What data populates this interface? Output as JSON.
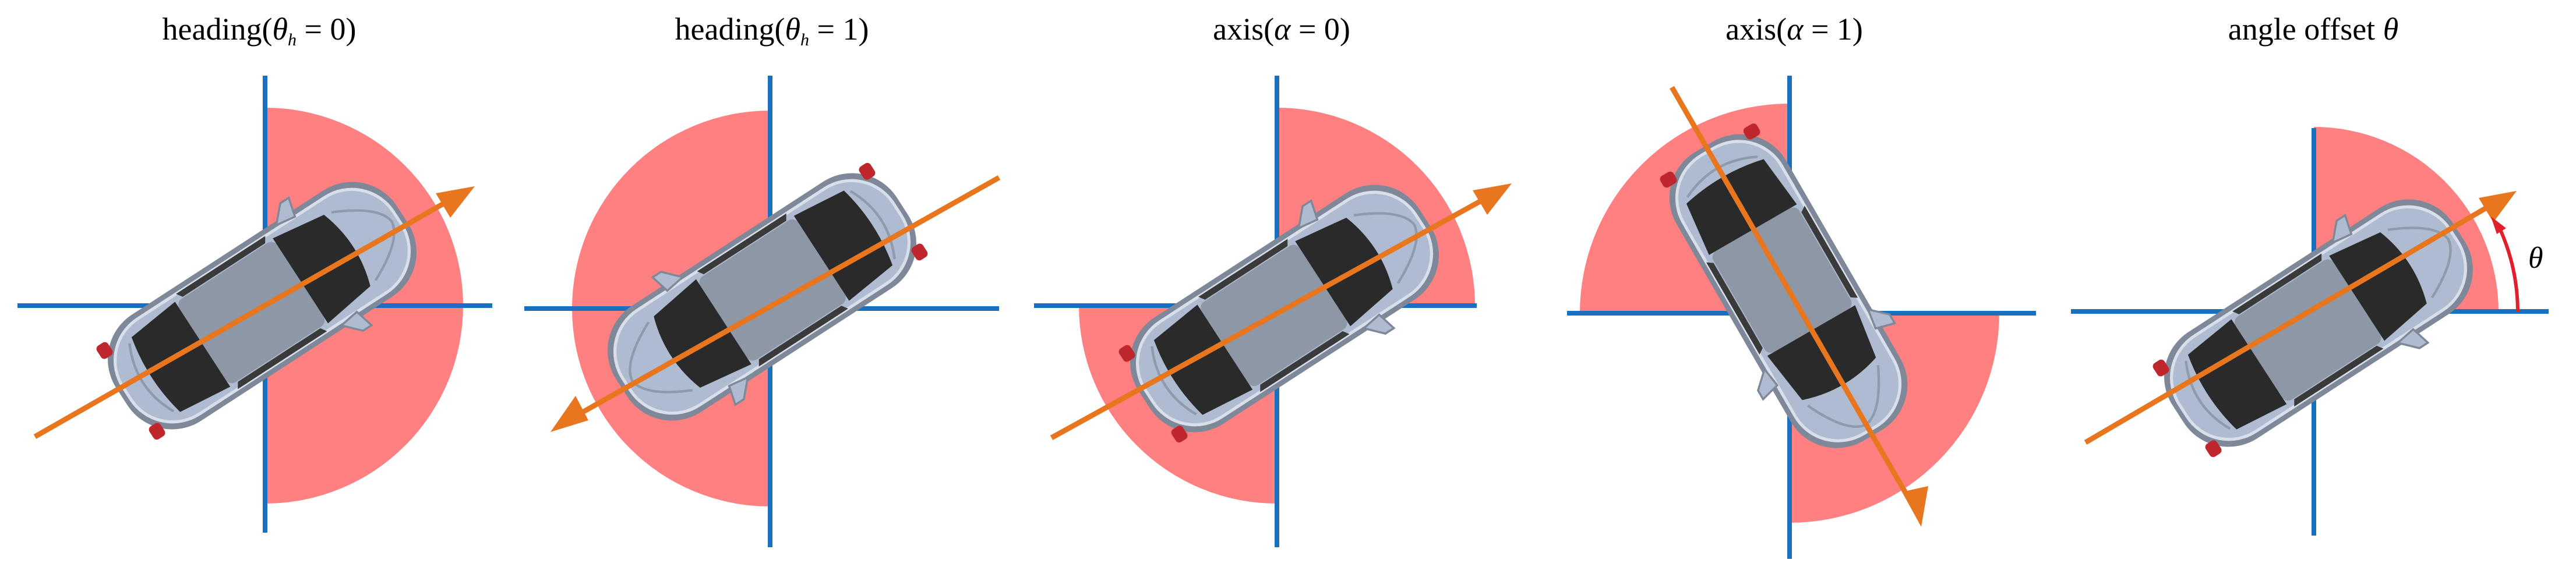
{
  "panels": [
    {
      "title_pre": "heading(",
      "symbol": "θ",
      "subscript": "h",
      "title_post": " = 0)"
    },
    {
      "title_pre": "heading(",
      "symbol": "θ",
      "subscript": "h",
      "title_post": " = 1)"
    },
    {
      "title_pre": "axis(",
      "symbol": "α",
      "subscript": "",
      "title_post": " = 0)"
    },
    {
      "title_pre": "axis(",
      "symbol": "α",
      "subscript": "",
      "title_post": " = 1)"
    },
    {
      "title_pre": "angle offset ",
      "symbol": "θ",
      "subscript": "",
      "title_post": ""
    }
  ],
  "angle_label": "θ",
  "colors": {
    "sector": "#ff8080",
    "axis": "#1a6fbf",
    "arrow": "#e8761f",
    "car_body": "#a9b8cf",
    "car_glass": "#2a2a2a",
    "angle_arc": "#e0202a"
  }
}
